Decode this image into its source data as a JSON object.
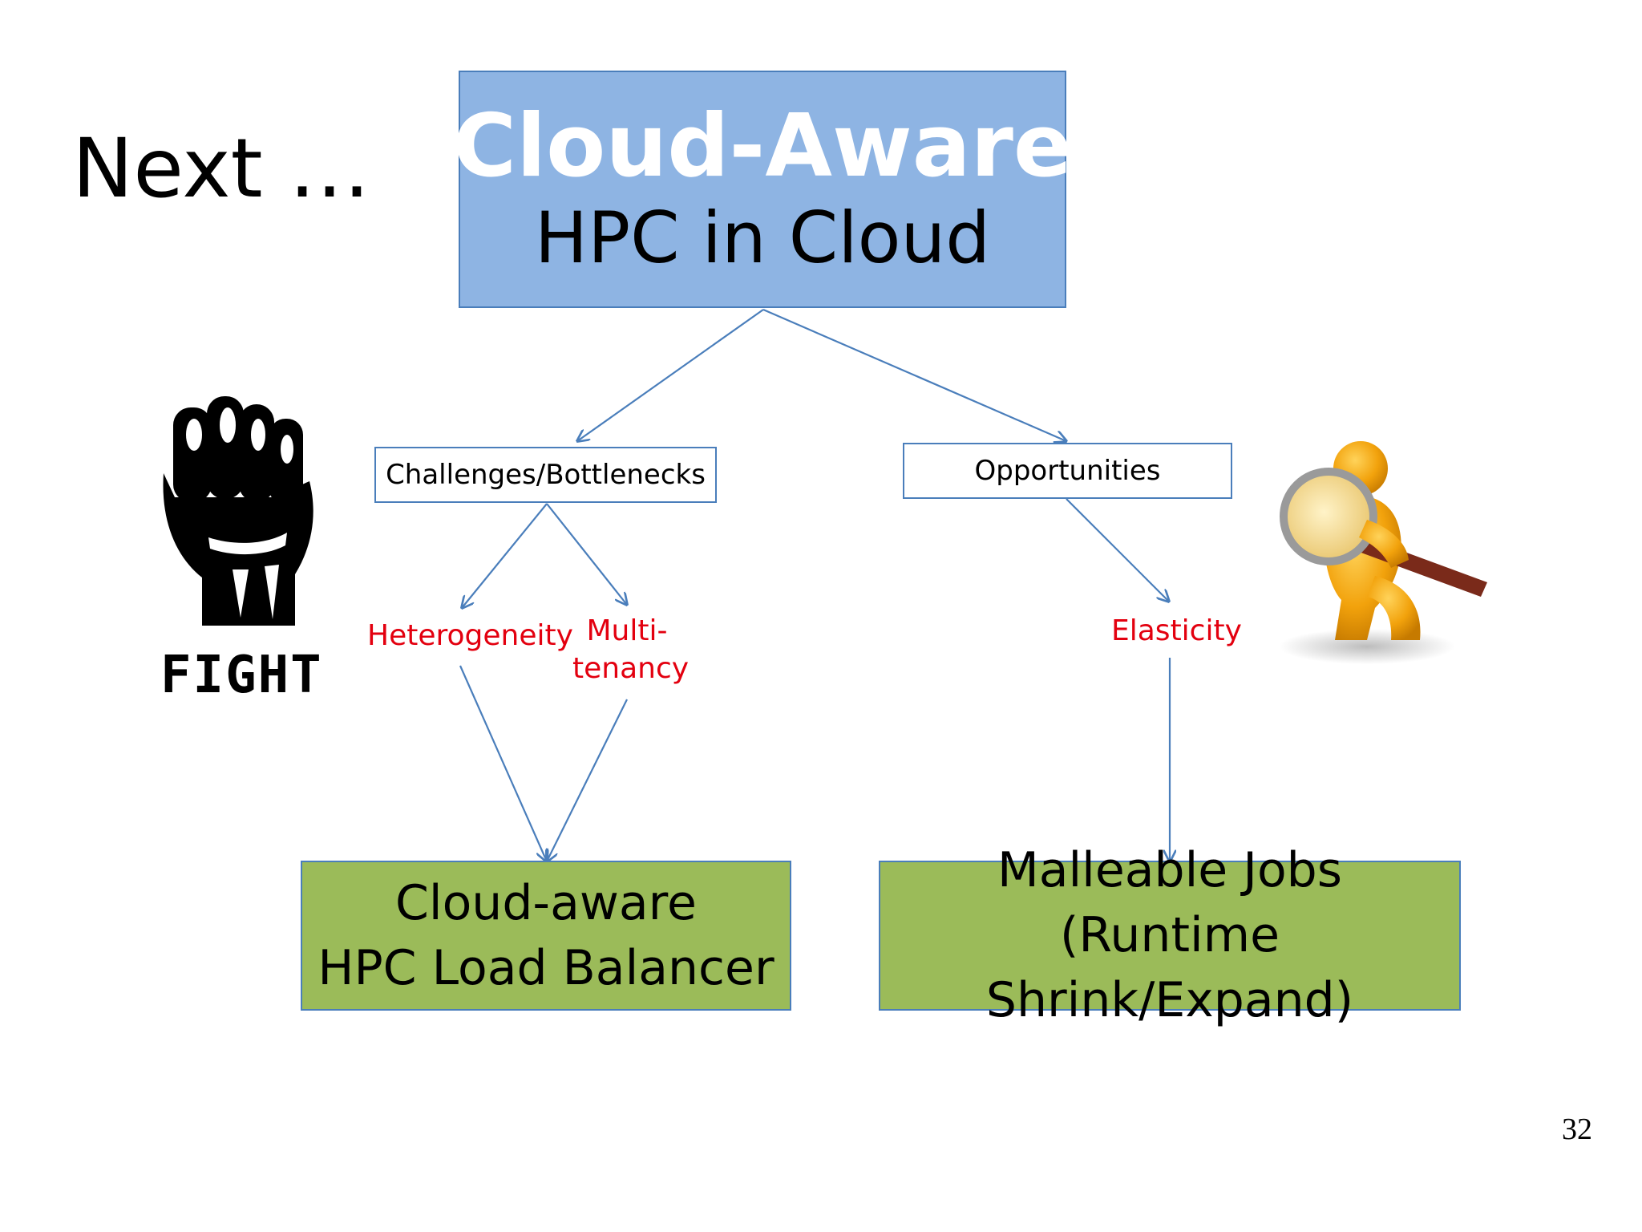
{
  "slide": {
    "title": "Next …",
    "page_number": "32"
  },
  "top_box": {
    "line1": "Cloud-Aware",
    "line2": "HPC in Cloud",
    "fill_color": "#8eb4e3"
  },
  "challenges": {
    "label": "Challenges/Bottlenecks"
  },
  "opportunities": {
    "label": "Opportunities"
  },
  "factors": {
    "heterogeneity": "Heterogeneity",
    "multitenancy_line1": "Multi-",
    "multitenancy_line2": "tenancy",
    "elasticity": "Elasticity",
    "color": "#e3000f"
  },
  "outcomes": {
    "load_balancer_line1": "Cloud-aware",
    "load_balancer_line2": "HPC Load Balancer",
    "malleable_line1": "Malleable Jobs (Runtime",
    "malleable_line2": "Shrink/Expand)",
    "fill_color": "#9bbb59"
  },
  "images": {
    "left": {
      "icon": "raised-fist-icon",
      "caption": "FIGHT"
    },
    "right": {
      "icon": "person-with-magnifying-glass-icon"
    }
  },
  "arrow_color": "#4a7ebb"
}
